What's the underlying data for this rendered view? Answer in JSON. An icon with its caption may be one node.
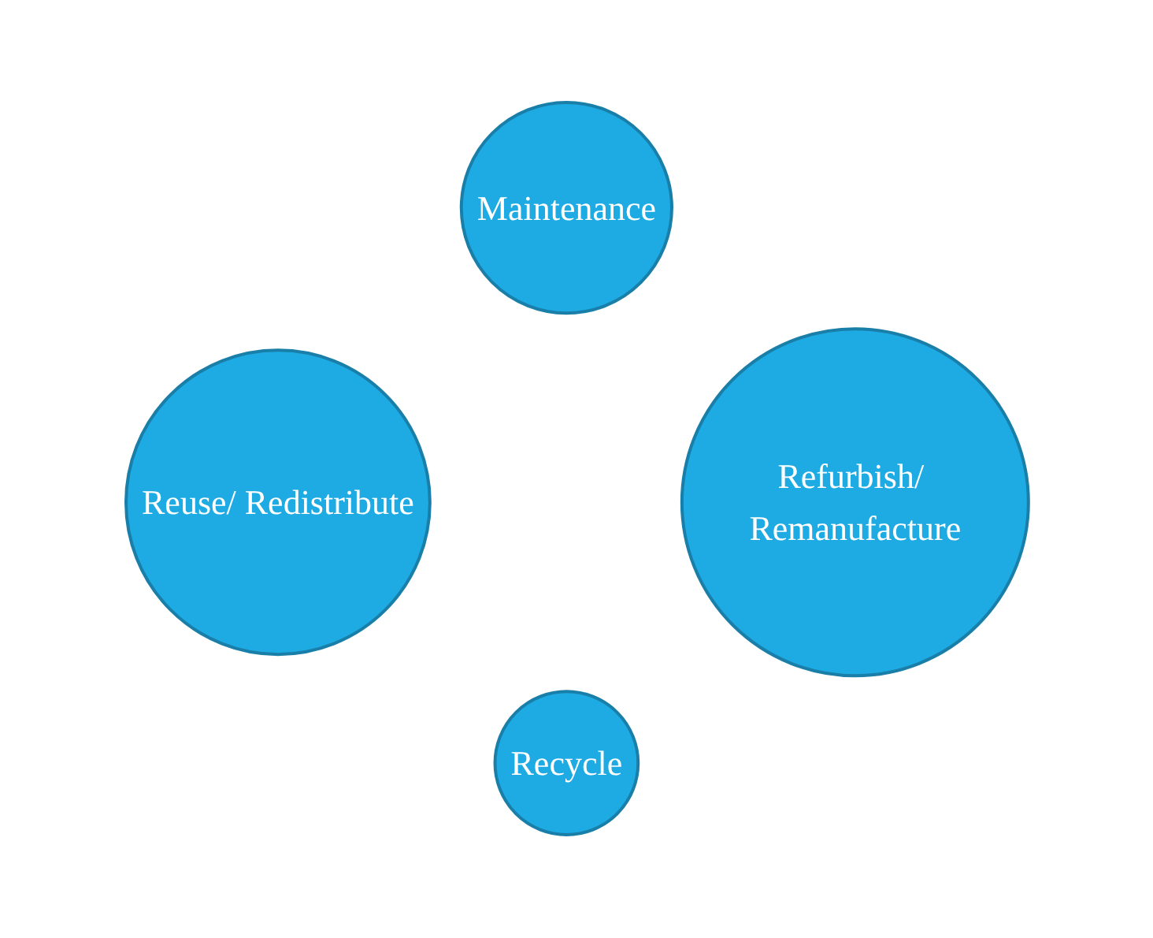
{
  "diagram": {
    "nodes": [
      {
        "text": [
          "Maintenance"
        ]
      },
      {
        "text": [
          "Reuse/ Redistribute"
        ]
      },
      {
        "text": [
          "Refurbish/ Remanufacture"
        ]
      },
      {
        "text": [
          "Recycle"
        ]
      }
    ],
    "edges": []
  }
}
